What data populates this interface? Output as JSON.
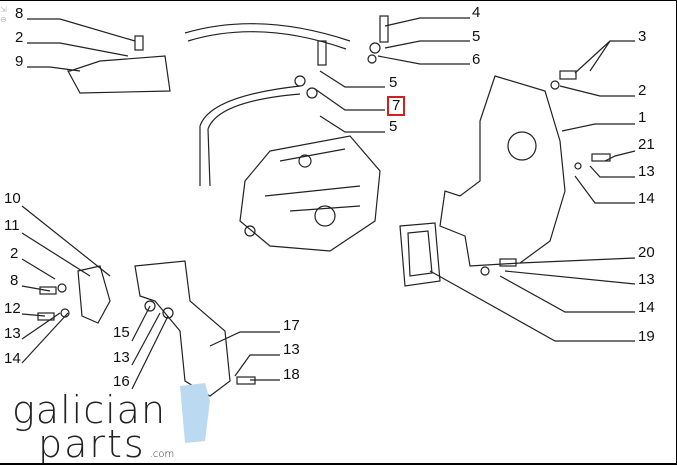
{
  "diagram": {
    "title_callout": "7",
    "labels_top_left": [
      "8",
      "2",
      "9"
    ],
    "labels_top_center": [
      "4",
      "5",
      "6",
      "5",
      "7",
      "5"
    ],
    "labels_right": [
      "3",
      "2",
      "1",
      "21",
      "13",
      "14",
      "20",
      "13",
      "14",
      "19"
    ],
    "labels_bottom_left": [
      "10",
      "11",
      "2",
      "8",
      "12",
      "13",
      "14"
    ],
    "labels_bottom_center": [
      "15",
      "13",
      "16",
      "17",
      "13",
      "18"
    ],
    "highlight_color": "#d21f1f"
  },
  "logo": {
    "word1": "galician",
    "word2": "parts",
    "suffix": ".com",
    "accent_color": "#bcd9f2"
  }
}
